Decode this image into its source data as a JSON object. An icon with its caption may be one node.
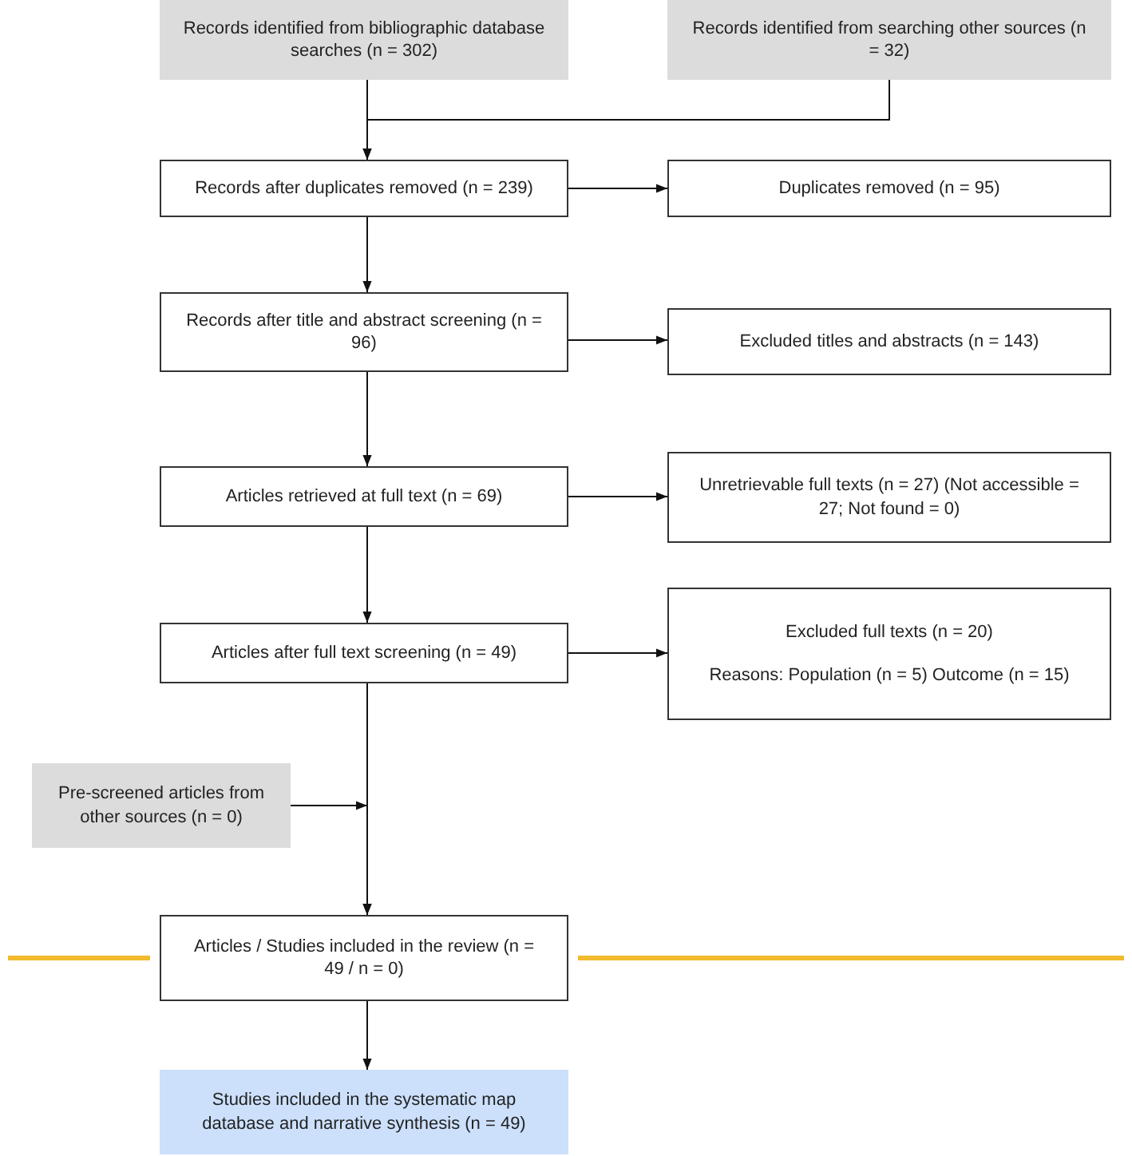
{
  "diagram": {
    "nodes": [
      {
        "text": [
          "Records identified from bibliographic database searches (n = 302)"
        ]
      },
      {
        "text": [
          "Records identified from searching other sources (n = 32)"
        ]
      },
      {
        "text": [
          "Records after duplicates removed (n = 239)"
        ]
      },
      {
        "text": [
          "Duplicates removed (n = 95)"
        ]
      },
      {
        "text": [
          "Records after title and abstract screening (n = 96)"
        ]
      },
      {
        "text": [
          "Excluded titles and abstracts (n = 143)"
        ]
      },
      {
        "text": [
          "Articles retrieved at full text (n = 69)"
        ]
      },
      {
        "text": [
          "Unretrievable full texts (n = 27) (Not accessible = 27; Not found = 0)"
        ]
      },
      {
        "text": [
          "Articles after full text screening (n = 49)"
        ]
      },
      {
        "text": [
          "Excluded full texts (n = 20)",
          "Reasons: Population (n = 5) Outcome (n = 15)"
        ]
      },
      {
        "text": [
          "Pre-screened articles from other sources (n = 0)"
        ]
      },
      {
        "text": [
          "Articles / Studies included in the review (n = 49 / n = 0)"
        ]
      },
      {
        "text": [
          "Studies included in the systematic map database and narrative synthesis (n = 49)"
        ]
      }
    ],
    "edges": [
      {
        "from": 0,
        "to": 2,
        "arrow": "to"
      },
      {
        "from": 1,
        "to": 2,
        "arrow": "to"
      },
      {
        "from": 2,
        "to": 3,
        "arrow": "to"
      },
      {
        "from": 2,
        "to": 4,
        "arrow": "to"
      },
      {
        "from": 4,
        "to": 5,
        "arrow": "to"
      },
      {
        "from": 4,
        "to": 6,
        "arrow": "to"
      },
      {
        "from": 6,
        "to": 7,
        "arrow": "to"
      },
      {
        "from": 6,
        "to": 8,
        "arrow": "to"
      },
      {
        "from": 8,
        "to": 9,
        "arrow": "to"
      },
      {
        "from": 8,
        "to": 11,
        "arrow": "to"
      },
      {
        "from": 10,
        "to": 11,
        "arrow": "to"
      },
      {
        "from": 11,
        "to": 12,
        "arrow": "to"
      }
    ]
  }
}
